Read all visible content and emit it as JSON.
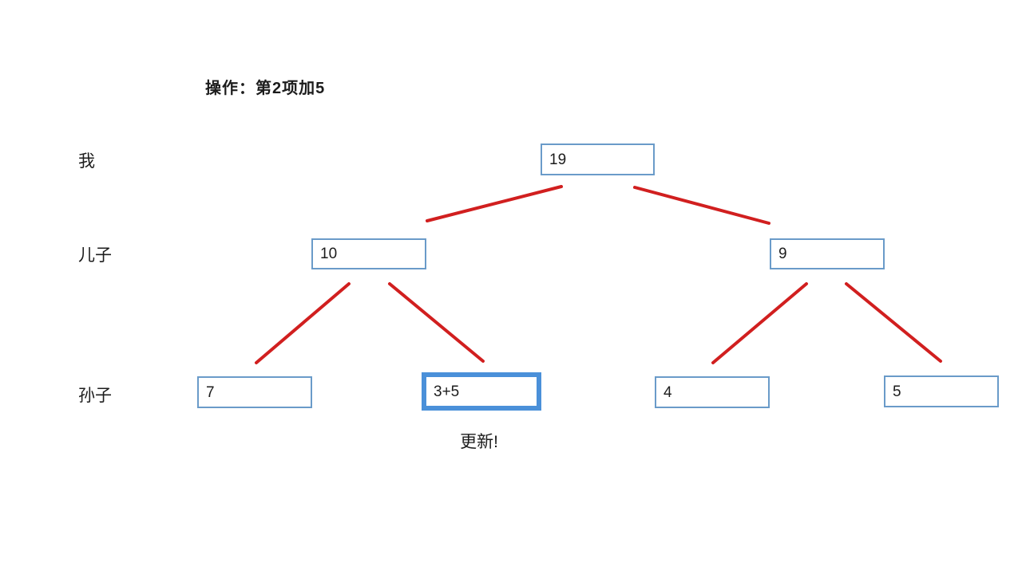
{
  "title": "操作：第2项加5",
  "row_labels": {
    "level1": "我",
    "level2": "儿子",
    "level3": "孙子"
  },
  "tree": {
    "root": {
      "value": "19"
    },
    "children": [
      {
        "value": "10"
      },
      {
        "value": "9"
      }
    ],
    "grandchildren": [
      {
        "value": "7",
        "highlighted": false
      },
      {
        "value": "3+5",
        "highlighted": true
      },
      {
        "value": "4",
        "highlighted": false
      },
      {
        "value": "5",
        "highlighted": false
      }
    ]
  },
  "annotation": "更新!",
  "colors": {
    "box_border": "#6a9bc9",
    "highlight_border": "#4a90d9",
    "edge_line": "#d11f1f",
    "text": "#1c1c1c",
    "background": "#ffffff"
  }
}
